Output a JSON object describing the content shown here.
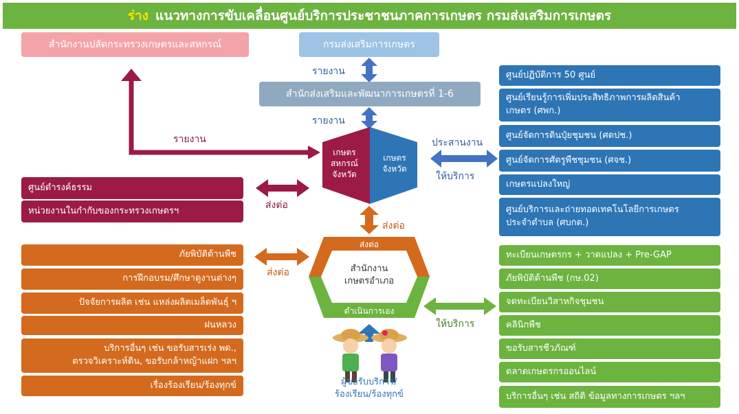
{
  "title": {
    "draft": "ร่าง",
    "text": "แนวทางการขับเคลื่อนศูนย์บริการประชาชนภาคการเกษตร กรมส่งเสริมการเกษตร"
  },
  "top_left": "สำนักงานปลัดกระทรวงเกษตรและสหกรณ์",
  "doae": "กรมส่งเสริมการเกษตร",
  "regional_office": "สำนักส่งเสริมและพัฒนาการเกษตรที่ 1-6",
  "labels": {
    "report_top": "รายงาน",
    "report_middle": "รายงาน",
    "report_left": "รายงาน",
    "coordinate": "ประสานงาน",
    "serve_right": "ให้บริการ",
    "forward_left": "ส่งต่อ",
    "forward_center": "ส่งต่อ",
    "forward_orange": "ส่งต่อ",
    "serve_bottom": "ให้บริการ"
  },
  "provincial": {
    "left": [
      "เกษตร",
      "สหกรณ์",
      "จังหวัด"
    ],
    "right": [
      "เกษตร",
      "จังหวัด"
    ]
  },
  "district": {
    "top": "ส่งต่อ",
    "center": [
      "สำนักงาน",
      "เกษตรอำเภอ"
    ],
    "bottom": "ดำเนินการเอง"
  },
  "service_users": [
    "ผู้ขอรับบริการ/",
    "ร้องเรียน/ร้องทุกข์"
  ],
  "blue_items": [
    [
      "ศูนย์ปฏิบัติการ 50 ศูนย์"
    ],
    [
      "ศูนย์เรียนรู้การเพิ่มประสิทธิภาพการผลิตสินค้า",
      "เกษตร (ศพก.)"
    ],
    [
      "ศูนย์จัดการดินปุ๋ยชุมชน (ศดปช.)"
    ],
    [
      "ศูนย์จัดการศัตรูพืชชุมชน (ศจช.)"
    ],
    [
      "เกษตรแปลงใหญ่"
    ],
    [
      "ศูนย์บริการและถ่ายทอดเทคโนโลยีการเกษตร",
      "ประจำตำบล (ศบกต.)"
    ]
  ],
  "maroon_items": [
    "ศูนย์ดำรงค์ธรรม",
    "หน่วยงานในกำกับของกระทรวงเกษตรฯ"
  ],
  "orange_items": [
    [
      "ภัยพิบัติด้านพืช"
    ],
    [
      "การฝึกอบรม/ศึกษาดูงานต่างๆ"
    ],
    [
      "ปัจจัยการผลิต เช่น แหล่งผลิตเมล็ดพันธุ์ ฯ"
    ],
    [
      "ฝนหลวง"
    ],
    [
      "บริการอื่นๆ เช่น ขอรับสารเร่ง พด.,",
      "ตรวจวิเคราะห์ดิน, ขอรับกล้าหญ้าแฝก ฯลฯ"
    ],
    [
      "เรื่องร้องเรียน/ร้องทุกข์"
    ]
  ],
  "green_items": [
    "ทะเบียนเกษตรกร + วาดแปลง + Pre-GAP",
    "ภัยพิบัติด้านพืช (กษ.02)",
    "จดทะเบียนวิสาหกิจชุมชน",
    "คลินิกพืช",
    "ขอรับสารชีวภัณฑ์",
    "ตลาดเกษตรกรออนไลน์",
    "บริการอื่นๆ เช่น สถิติ ข้อมูลทางการเกษตร ฯลฯ"
  ],
  "colors": {
    "green": "#6cb33f",
    "blue": "#2e75b6",
    "maroon": "#9b1b46",
    "orange": "#d46a1d",
    "pink": "#f4a3a8",
    "grey": "#8faac0",
    "light_blue": "#9dc3e6"
  }
}
